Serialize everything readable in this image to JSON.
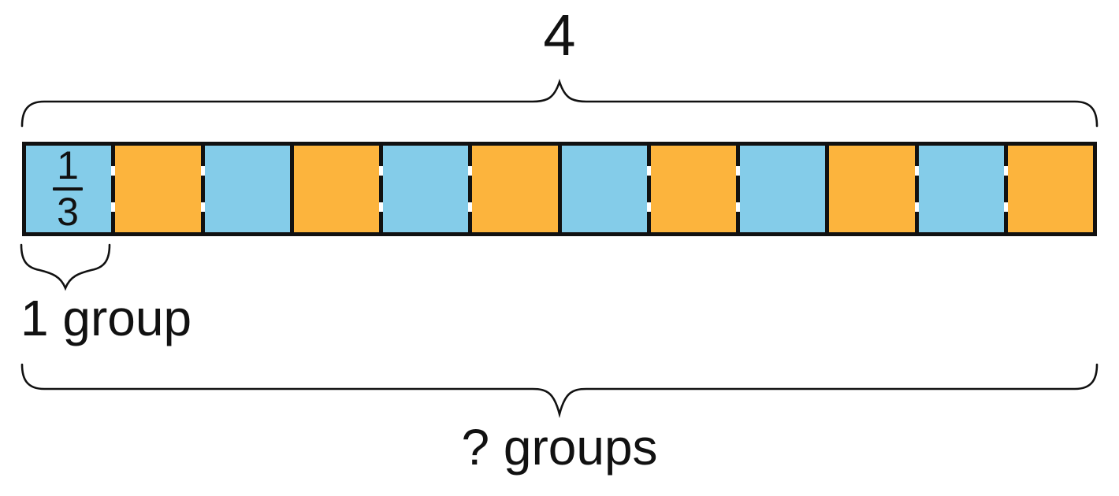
{
  "colors": {
    "blue": "#84CCE9",
    "orange": "#FCB43D",
    "ink": "#111111",
    "background": "#ffffff"
  },
  "diagram": {
    "type": "tape-diagram",
    "description": "Tape diagram showing 4 wholes divided into thirds: how many 1/3 groups are in 4",
    "total_label": "4",
    "fraction": {
      "numerator": "1",
      "denominator": "3"
    },
    "group_label": "1 group",
    "question_label": "? groups",
    "segment_count": 12,
    "segments": [
      {
        "color": "blue",
        "divider_after": "dashed"
      },
      {
        "color": "orange",
        "divider_after": "dashed"
      },
      {
        "color": "blue",
        "divider_after": "solid"
      },
      {
        "color": "orange",
        "divider_after": "dashed"
      },
      {
        "color": "blue",
        "divider_after": "dashed"
      },
      {
        "color": "orange",
        "divider_after": "solid"
      },
      {
        "color": "blue",
        "divider_after": "dashed"
      },
      {
        "color": "orange",
        "divider_after": "dashed"
      },
      {
        "color": "blue",
        "divider_after": "solid"
      },
      {
        "color": "orange",
        "divider_after": "dashed"
      },
      {
        "color": "blue",
        "divider_after": "dashed"
      },
      {
        "color": "orange",
        "divider_after": null
      }
    ]
  }
}
